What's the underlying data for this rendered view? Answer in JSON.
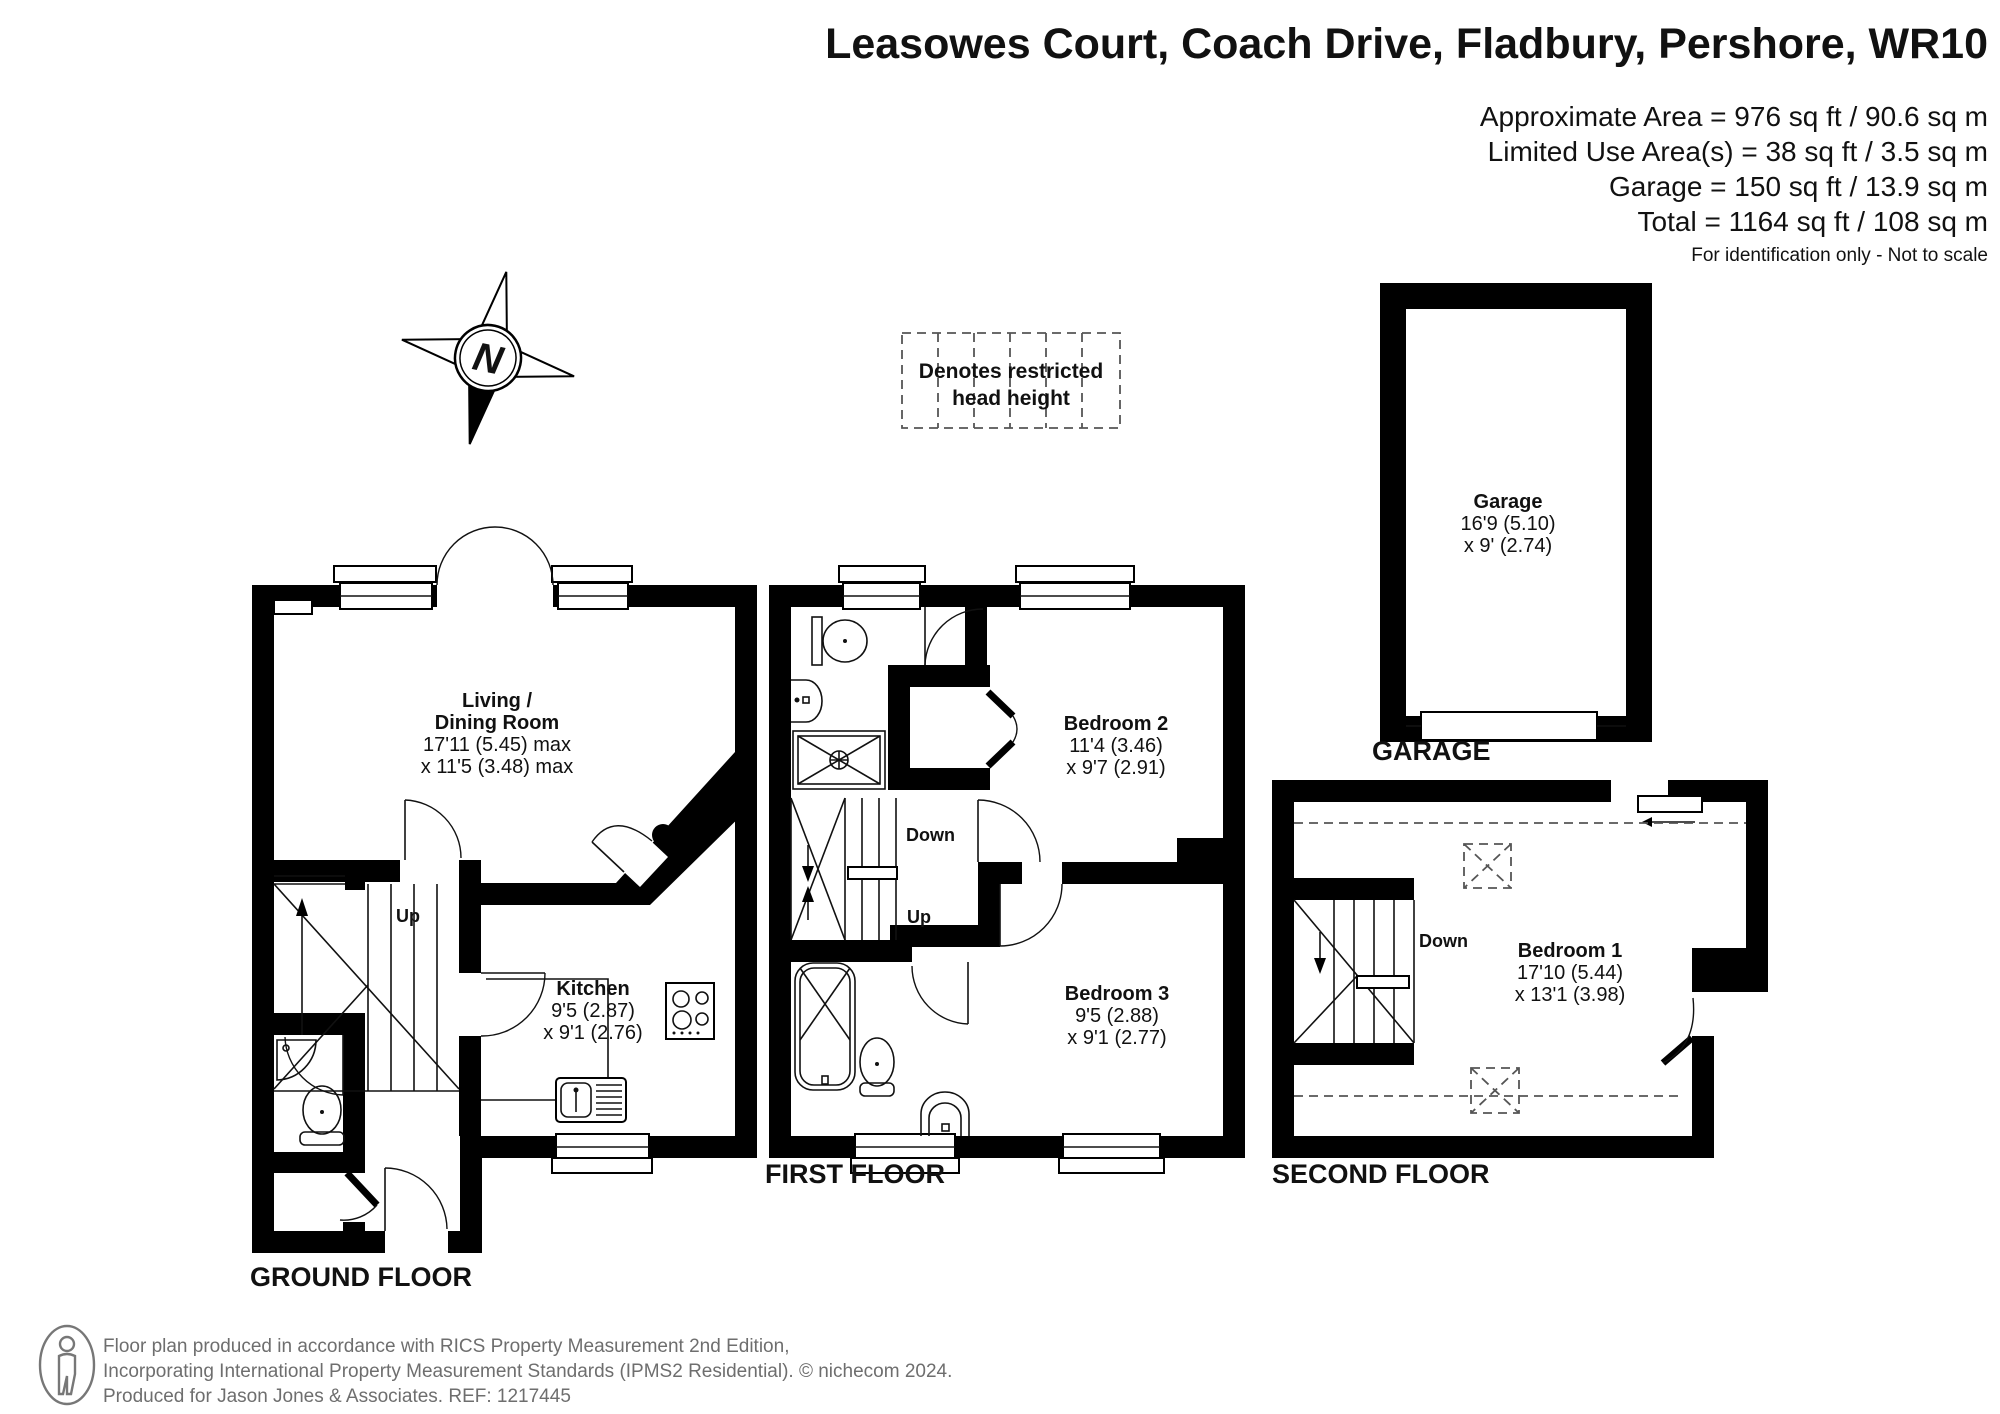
{
  "header": {
    "title": "Leasowes Court, Coach Drive, Fladbury, Pershore, WR10",
    "area_approximate": "Approximate Area = 976 sq ft / 90.6 sq m",
    "area_limited": "Limited Use Area(s) = 38 sq ft / 3.5 sq m",
    "area_garage": "Garage = 150 sq ft / 13.9 sq m",
    "area_total": "Total = 1164 sq ft / 108 sq m",
    "disclaimer": "For identification only - Not to scale"
  },
  "legend": {
    "line1": "Denotes restricted",
    "line2": "head height"
  },
  "compass": {
    "north": "N"
  },
  "floors": {
    "ground": {
      "label": "GROUND FLOOR",
      "living": {
        "name1": "Living /",
        "name2": "Dining Room",
        "dim1": "17'11 (5.45) max",
        "dim2": "x 11'5 (3.48) max"
      },
      "kitchen": {
        "name1": "Kitchen",
        "dim1": "9'5 (2.87)",
        "dim2": "x 9'1 (2.76)"
      },
      "stairs_up": "Up"
    },
    "first": {
      "label": "FIRST FLOOR",
      "bedroom2": {
        "name1": "Bedroom 2",
        "dim1": "11'4 (3.46)",
        "dim2": "x 9'7 (2.91)"
      },
      "bedroom3": {
        "name1": "Bedroom 3",
        "dim1": "9'5 (2.88)",
        "dim2": "x 9'1 (2.77)"
      },
      "stairs_down": "Down",
      "stairs_up": "Up"
    },
    "second": {
      "label": "SECOND FLOOR",
      "bedroom1": {
        "name1": "Bedroom 1",
        "dim1": "17'10 (5.44)",
        "dim2": "x 13'1 (3.98)"
      },
      "stairs_down": "Down"
    },
    "garage": {
      "label": "GARAGE",
      "room": {
        "name1": "Garage",
        "dim1": "16'9 (5.10)",
        "dim2": "x 9' (2.74)"
      }
    }
  },
  "footer": {
    "line1": "Floor plan produced in accordance with RICS Property Measurement 2nd Edition,",
    "line2": "Incorporating International Property Measurement Standards (IPMS2 Residential).   © nichecom 2024.",
    "line3": "Produced for Jason Jones & Associates.   REF: 1217445"
  }
}
